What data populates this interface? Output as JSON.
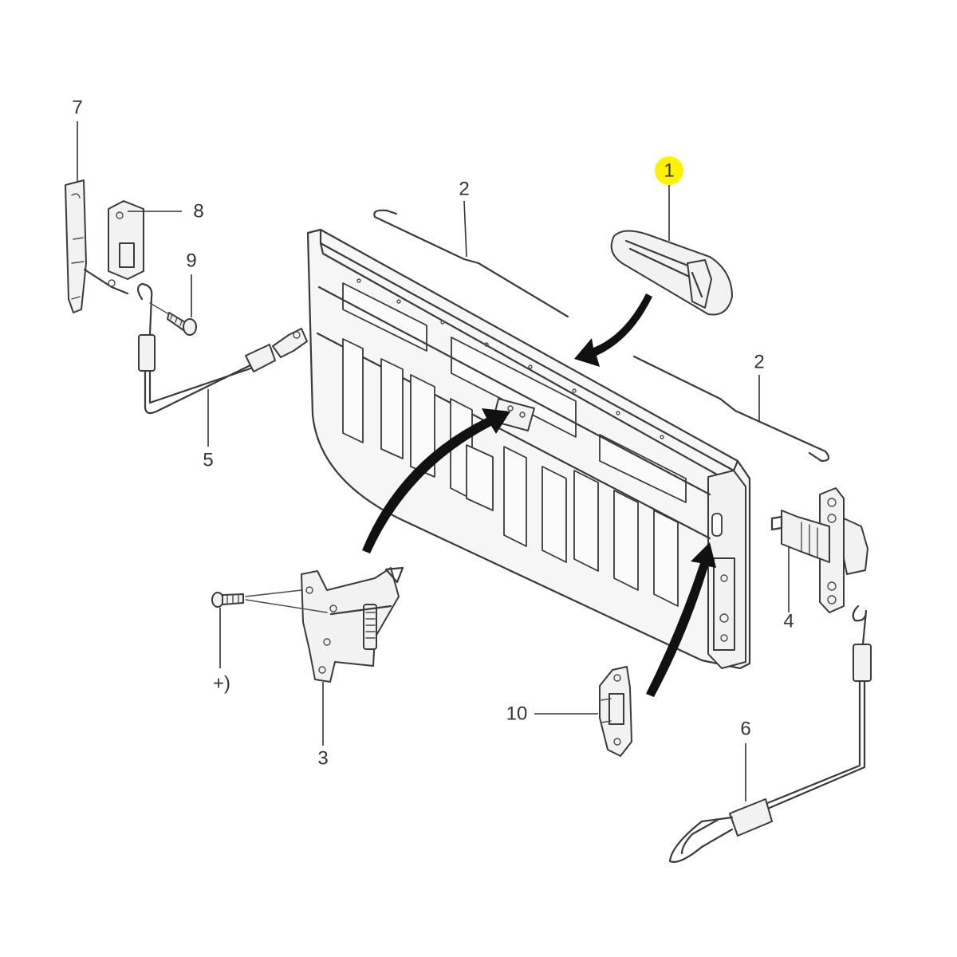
{
  "callouts": {
    "c1": {
      "label": "1",
      "highlight": "#fff200"
    },
    "c2a": {
      "label": "2"
    },
    "c2b": {
      "label": "2"
    },
    "c3": {
      "label": "3"
    },
    "c4": {
      "label": "4"
    },
    "c5": {
      "label": "5"
    },
    "c6": {
      "label": "6"
    },
    "c7": {
      "label": "7"
    },
    "c8": {
      "label": "8"
    },
    "c9": {
      "label": "9"
    },
    "c10": {
      "label": "10"
    },
    "cplus": {
      "label": "+)"
    }
  },
  "colors": {
    "line": "#3a3a3a",
    "arrow": "#111111",
    "highlight": "#fff200"
  }
}
